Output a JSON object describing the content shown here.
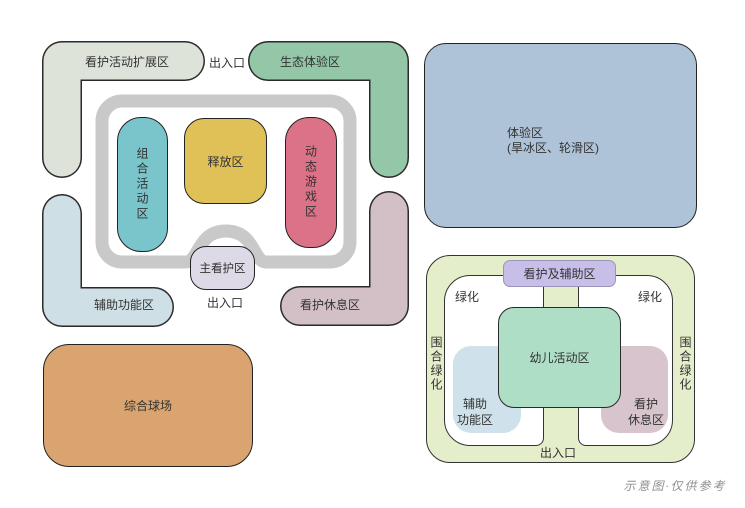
{
  "footer": {
    "caption": "示意图·仅供参考"
  },
  "outdoor_map": {
    "entrance_top": "出入口",
    "entrance_bottom": "出入口",
    "zones": {
      "expansion": "看护活动扩展区",
      "eco": "生态体验区",
      "combo": "组合活动区",
      "release": "释放区",
      "dynamic": "动态游戏区",
      "main_care": "主看护区",
      "aux": "辅助功能区",
      "rest": "看护休息区"
    }
  },
  "experience_zone": {
    "title": "体验区",
    "subtitle": "(旱冰区、轮滑区)"
  },
  "ball_court": {
    "label": "综合球场"
  },
  "toddler_panel": {
    "care_aux": "看护及辅助区",
    "green_left": "绿化",
    "green_right": "绿化",
    "enclosure_left": "围合绿化",
    "enclosure_right": "围合绿化",
    "toddler_activity": "幼儿活动区",
    "aux_line1": "辅助",
    "aux_line2": "功能区",
    "rest_line1": "看护",
    "rest_line2": "休息区",
    "entrance": "出入口"
  },
  "colors": {
    "expansion_sage": "#dde3d9",
    "eco_green": "#93c7a8",
    "aux_blue": "#cedfe5",
    "rest_mauve": "#d2c0c6",
    "combo_teal": "#79c5cb",
    "release_yellow": "#dfc158",
    "dynamic_pink": "#db7288",
    "main_care_lavender": "#ded9e7",
    "track_gray": "#c9c9c9",
    "experience_blue": "#aec3d8",
    "court_orange": "#d9a46f",
    "panel_green": "#e4eecb",
    "care_aux_purple": "#c7bfe7",
    "toddler_mint": "#aedec6",
    "aux_small_blue": "#cfe1ea",
    "rest_small_mauve": "#d7c4cc",
    "outline_black": "#2a2a2a",
    "caption_gray": "#8f8f8f"
  }
}
